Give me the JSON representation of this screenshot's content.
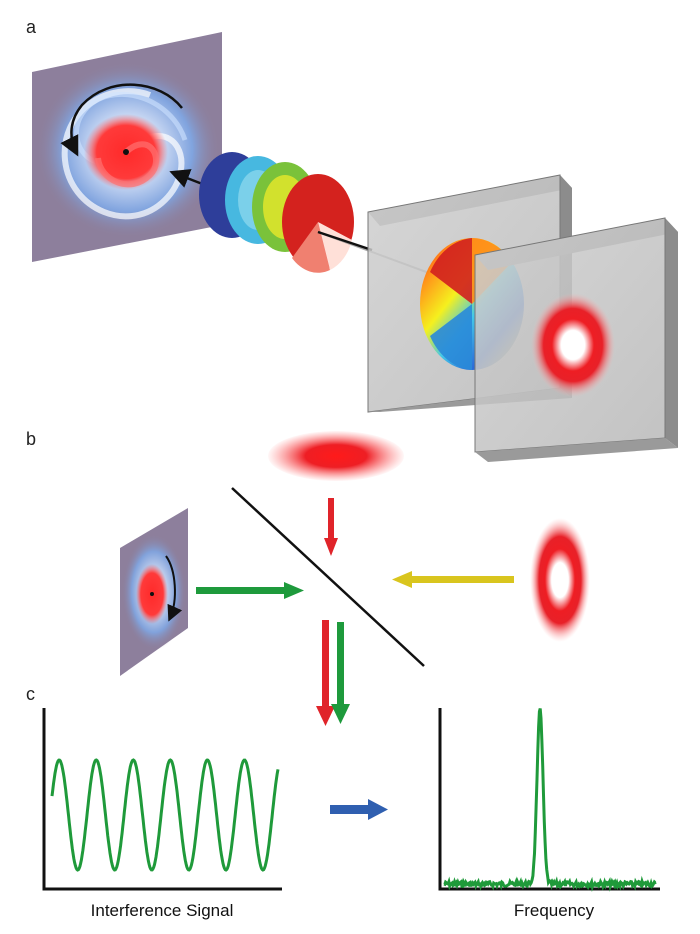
{
  "panels": {
    "a": "a",
    "b": "b",
    "c": "c"
  },
  "plots": {
    "left_caption": "Interference Signal",
    "right_caption": "Frequency"
  },
  "colors": {
    "beam_red": "#e0242a",
    "beam_green": "#1e9a3c",
    "beam_yellow": "#d9c51e",
    "arrow_blue": "#2f5fb0",
    "signal_green": "#1f9a3a",
    "plate_gray": "#bdbdbd",
    "vortex_panel": "#8d7f9c"
  },
  "icons": {
    "vortex_image": "vortex-swirl-icon",
    "phase_plate": "spiral-phase-plate-icon",
    "donut_beam": "donut-beam-icon",
    "gaussian_beam": "gaussian-beam-icon"
  }
}
